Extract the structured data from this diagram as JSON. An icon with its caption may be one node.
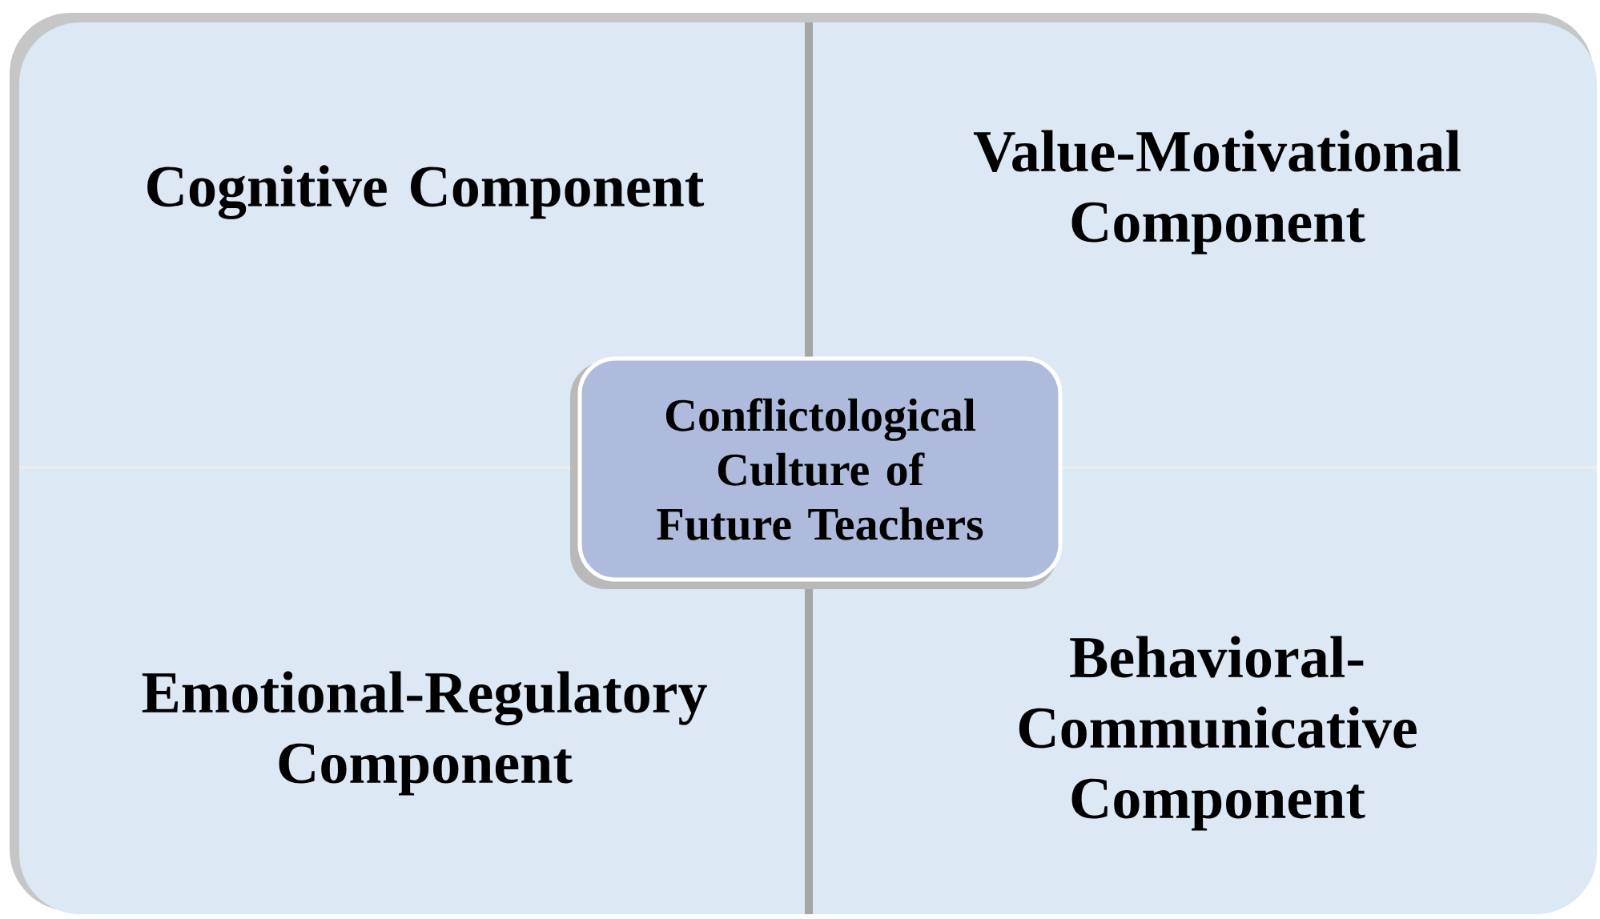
{
  "diagram": {
    "nodes": [
      {
        "text": [
          "Cognitive Component"
        ]
      },
      {
        "text": [
          "Value-Motivational Component"
        ]
      },
      {
        "text": [
          "Emotional-Regulatory Component"
        ]
      },
      {
        "text": [
          "Behavioral-Communicative Component"
        ]
      },
      {
        "text": [
          "Conflictological Culture of Future Teachers"
        ]
      }
    ]
  }
}
